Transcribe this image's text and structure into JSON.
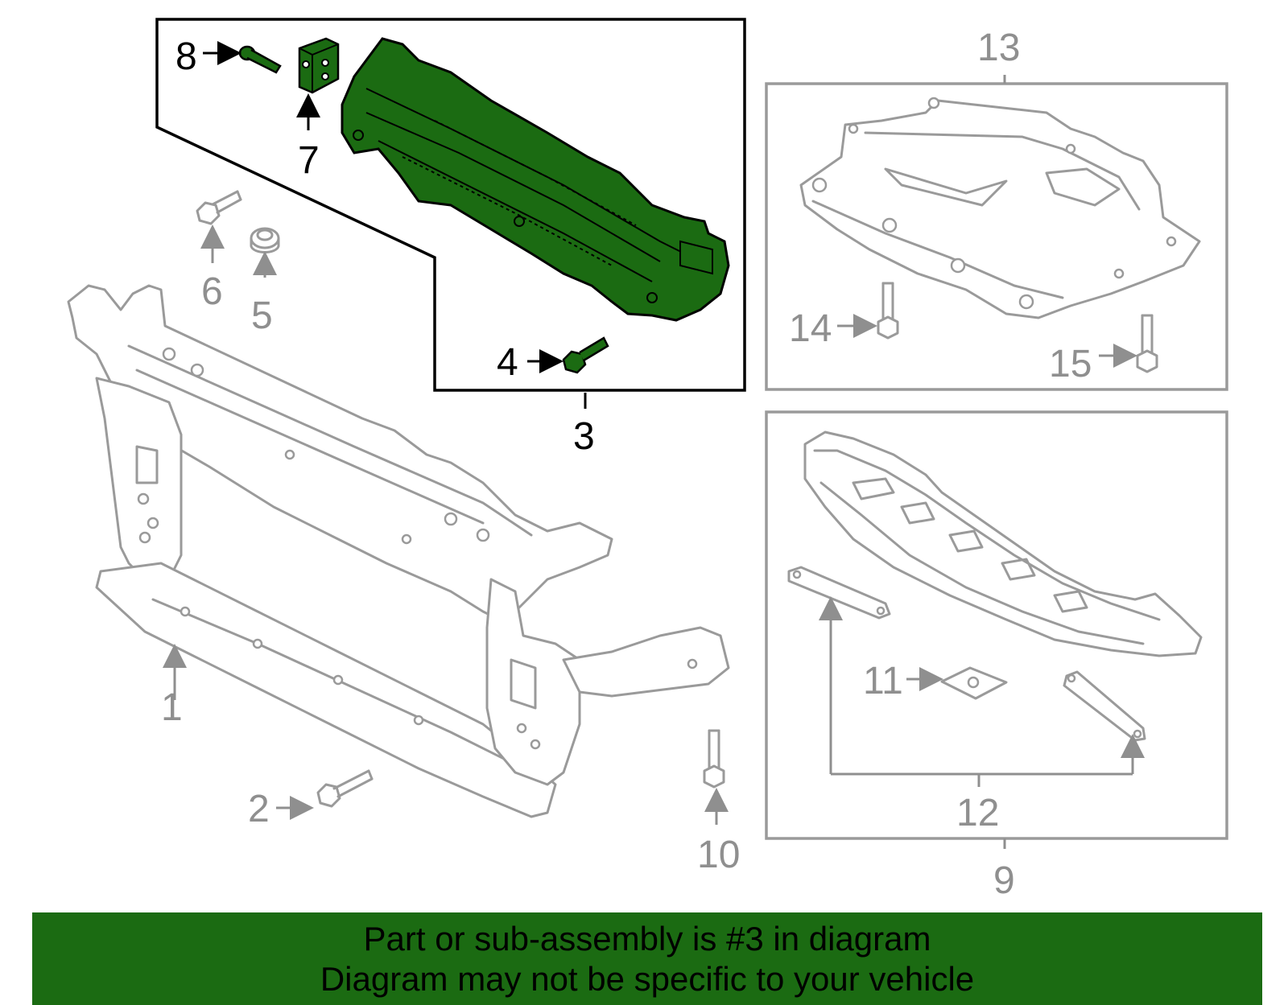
{
  "callouts": {
    "c1": "1",
    "c2": "2",
    "c3": "3",
    "c4": "4",
    "c5": "5",
    "c6": "6",
    "c7": "7",
    "c8": "8",
    "c9": "9",
    "c10": "10",
    "c11": "11",
    "c12": "12",
    "c13": "13",
    "c14": "14",
    "c15": "15"
  },
  "highlighted_part": "3",
  "colors": {
    "highlight_fill": "#1b6b12",
    "part_line": "#9a9a9a",
    "callout_grey": "#8f8f8f",
    "callout_black": "#000000",
    "banner_bg": "#1b6b12"
  },
  "banner": {
    "line1": "Part or sub-assembly is #3 in diagram",
    "line2": "Diagram may not be specific to your vehicle"
  }
}
